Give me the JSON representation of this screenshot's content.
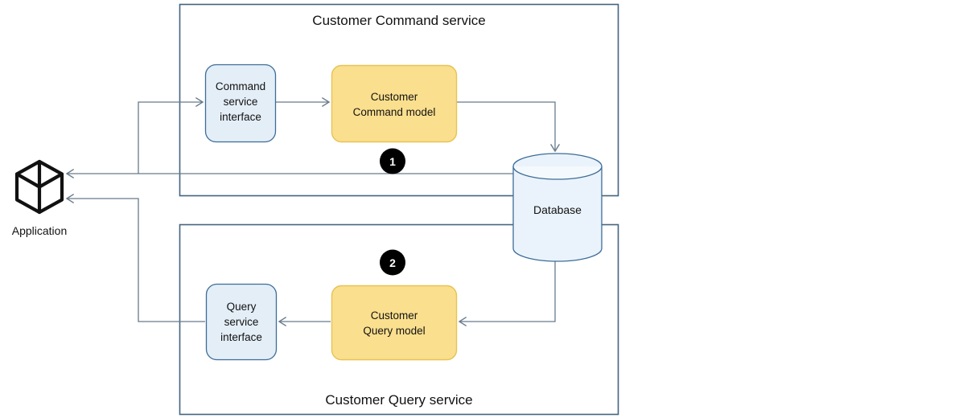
{
  "diagram": {
    "title_hidden": "",
    "containers": [
      {
        "id": "command-service",
        "label": "Customer Command service"
      },
      {
        "id": "query-service",
        "label": "Customer Query service"
      }
    ],
    "nodes": {
      "application": {
        "label": "Application",
        "icon": "cube-icon"
      },
      "command_interface": {
        "line1": "Command",
        "line2": "service",
        "line3": "interface"
      },
      "command_model": {
        "line1": "Customer",
        "line2": "Command  model"
      },
      "query_interface": {
        "line1": "Query",
        "line2": "service",
        "line3": "interface"
      },
      "query_model": {
        "line1": "Customer",
        "line2": "Query model"
      },
      "database": {
        "label": "Database",
        "icon": "cylinder-icon"
      }
    },
    "badges": [
      {
        "id": "badge-1",
        "label": "1"
      },
      {
        "id": "badge-2",
        "label": "2"
      }
    ],
    "colors": {
      "container_border": "#44647e",
      "blue_fill": "#e4eef7",
      "blue_stroke": "#3d6d99",
      "yellow_fill": "#fadf8e",
      "yellow_stroke": "#e8c254",
      "db_fill": "#eaf3fb",
      "db_stroke": "#3d6d99",
      "connector": "#465a6b",
      "badge_fill": "#000000",
      "badge_text": "#ffffff",
      "canvas": "#ffffff"
    }
  }
}
